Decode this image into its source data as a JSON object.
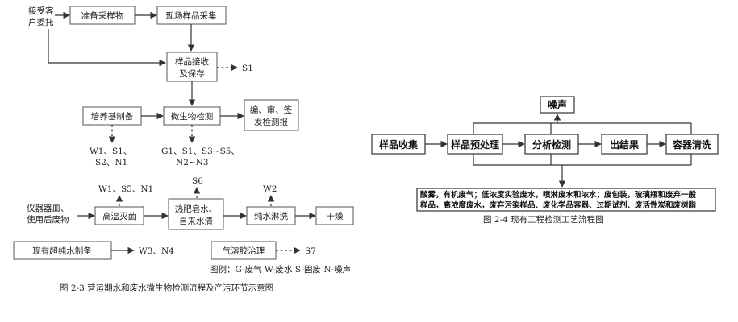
{
  "left_diagram": {
    "client_label": [
      "接受客",
      "户委托"
    ],
    "prepare": "准备采样物",
    "sampling": "现场样品采集",
    "receive": [
      "样品接收",
      "及保存"
    ],
    "s1": "S1",
    "culture": "培养基制备",
    "micro": "微生物检测",
    "report": [
      "编、审、签",
      "发检测报"
    ],
    "culture_out": [
      "W1、S1、",
      "S2、N1"
    ],
    "micro_out": [
      "G1、S1、S3~S5、",
      "N2~N3"
    ],
    "instrument": [
      "仪器器皿、",
      "使用后废物"
    ],
    "sterilize_out": "W1、S5、N1",
    "sterilize": "高温灭菌",
    "soap_out": "S6",
    "soap": [
      "热肥皂水、",
      "自来水清"
    ],
    "rinse_out": "W2",
    "rinse": "纯水淋洗",
    "dry": "干燥",
    "ultrapure": "现有超纯水制备",
    "ultrapure_out": "W3、N4",
    "aerosol": "气溶胶治理",
    "aerosol_out": "S7",
    "legend": "图例：G-废气  W-废水  S-固废  N-噪声",
    "caption": "图 2-3    营运期水和废水微生物检测流程及产污环节示意图"
  },
  "right_diagram": {
    "noise": "噪声",
    "collect": "样品收集",
    "pretreat": "样品预处理",
    "analysis": "分析检测",
    "result": "出结果",
    "clean": "容器清洗",
    "pollutants": [
      "酸雾，有机废气；低浓度实验废水，喷淋废水和浓水；废包装，玻璃瓶和废弃一般",
      "样品，高浓度废水，废弃污染样品、废化学品容器、过期试剂、废活性炭和废树脂"
    ],
    "caption": "图 2-4    现有工程检测工艺流程图"
  }
}
